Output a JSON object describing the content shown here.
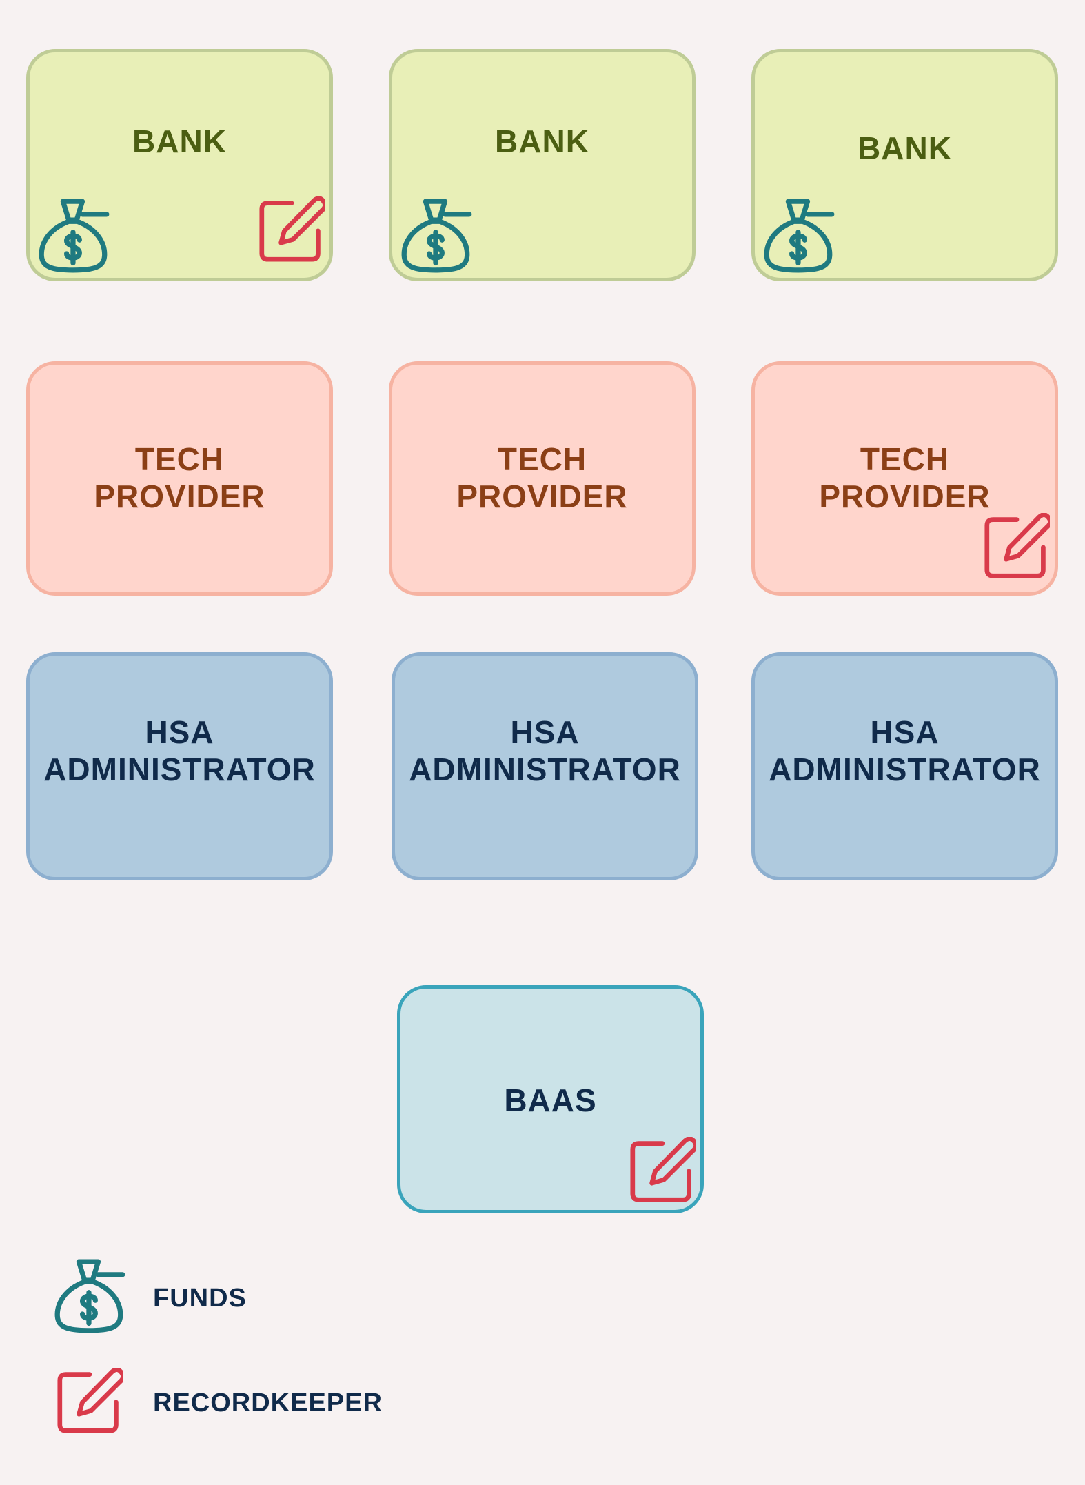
{
  "colors": {
    "background": "#f7f2f2",
    "bank_fill": "#e8efb7",
    "tech_fill": "#ffd5cc",
    "hsa_fill": "#afcade",
    "baas_fill": "#cbe3e8",
    "funds_icon": "#1f7a80",
    "recordkeeper_icon": "#d93a4a"
  },
  "rows": {
    "bank": [
      {
        "line1": "BANK",
        "icons": [
          "money-bag-icon",
          "edit-square-icon"
        ]
      },
      {
        "line1": "BANK",
        "icons": [
          "money-bag-icon"
        ]
      },
      {
        "line1": "BANK",
        "icons": [
          "money-bag-icon"
        ]
      }
    ],
    "tech_provider": [
      {
        "line1": "TECH",
        "line2": "PROVIDER",
        "icons": []
      },
      {
        "line1": "TECH",
        "line2": "PROVIDER",
        "icons": []
      },
      {
        "line1": "TECH",
        "line2": "PROVIDER",
        "icons": [
          "edit-square-icon"
        ]
      }
    ],
    "hsa_administrator": [
      {
        "line1": "HSA",
        "line2": "ADMINISTRATOR",
        "icons": []
      },
      {
        "line1": "HSA",
        "line2": "ADMINISTRATOR",
        "icons": []
      },
      {
        "line1": "HSA",
        "line2": "ADMINISTRATOR",
        "icons": []
      }
    ],
    "baas": {
      "line1": "BAAS",
      "icons": [
        "edit-square-icon"
      ]
    }
  },
  "legend": {
    "funds": {
      "icon": "money-bag-icon",
      "label": "FUNDS"
    },
    "recordkeeper": {
      "icon": "edit-square-icon",
      "label": "RECORDKEEPER"
    }
  }
}
